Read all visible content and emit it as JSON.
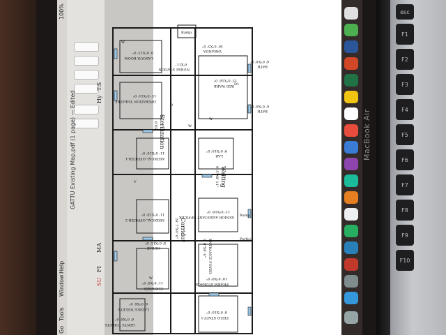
{
  "menubar": {
    "items": [
      "Go",
      "Tools",
      "Window",
      "Help"
    ],
    "status": "100%"
  },
  "window": {
    "title": "GATTU Existing Map.pdf (1 page) — Edited"
  },
  "sidebar_labels": [
    "T.S",
    "Hy",
    "MA",
    "FI",
    "SU"
  ],
  "plan": {
    "rooms": {
      "ramp_top": "Ramp",
      "varanda": "VARANDA",
      "varanda_dim": "30' 0\"X5' 0\"",
      "labour_room": "LABOUR ROOM",
      "labour_dim": "8' 0\"X15' 0\"",
      "operation_theatre": "OPERATION THEATRE",
      "ot_dim": "15' 0\"X11' 0\"",
      "nurse_station": "NURSE STATION",
      "nurse_station_dim": "6'X11'",
      "red_ward": "RED WARD",
      "red_ward_dim": "15' 0\"X16' 0\"",
      "bath1": "BATH",
      "bath1_dim": "6' 0\"X4' 0\"",
      "bath2": "BATH",
      "bath2_dim": "6' 0\"X4' 0\"",
      "sterilization": "Sterilization",
      "sterilization_dim": "6'X5'",
      "medical_officer1": "MEDICAL OFFICER-1",
      "mo1_dim": "11' 0\"X10' 0\"",
      "lab": "LAB",
      "lab_dim": "9' 0\"X10' 0\"",
      "waiting": "Waiting",
      "waiting_dim": "9'-5\"X8' 11\"",
      "medical_officer2": "MEDICAL OFFICER-2",
      "mo2_dim": "11' 0\"X10' 0\"",
      "senior_assistant": "SENIOR ASSISTANT OFFICER",
      "sa_dim": "11' 0\"X10' 0\"",
      "ramp_mid": "Ramp",
      "corridor": "Corridor",
      "corridor_dim": "24' 7\"X4' 6\"",
      "nurse": "NURSE",
      "nurse_dim": "8' 0\"X11' 0\"",
      "entrance": "ENTRANCE FOYER",
      "entrance_dim": "9' 0\"X8' 6\"",
      "porch": "Portico",
      "chowkid": "CHOWKID",
      "chowkid_dim": "11' 0\"X9' 0\"",
      "pharm": "PHARM STORAGE",
      "pharm_dim": "10' 0\"X9' 0\"",
      "ladies_toilets": "LADIES TOILETS",
      "ladies_dim": "6' 0\"X6' 0\"",
      "gents_toilets": "GENTS TOILETS",
      "gents_dim": "6' 0\"X6' 0\"",
      "field_staff": "FIELD STAFF-1",
      "field_staff_dim": "8' 0\"X10' 0\""
    },
    "markers": [
      "W",
      "D",
      "D1",
      "V"
    ]
  },
  "laptop": {
    "brand": "MacBook Air"
  },
  "keys": [
    "esc",
    "F1",
    "F2",
    "F3",
    "F4",
    "F5",
    "F6",
    "F7",
    "F8",
    "F9",
    "F10"
  ],
  "colors": {
    "window_glass": "#9cc9e8",
    "dock_accent": "#3a7bd5"
  }
}
